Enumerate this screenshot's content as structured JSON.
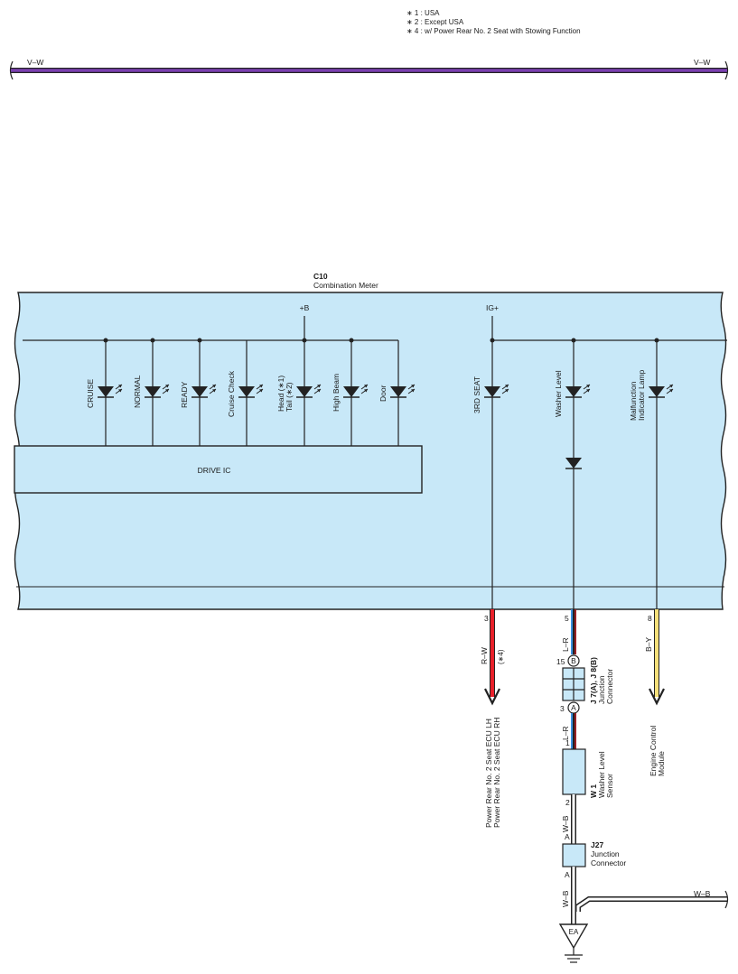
{
  "notes": [
    "∗ 1 : USA",
    "∗ 2 : Except USA",
    "∗ 4 : w/ Power Rear No. 2 Seat with Stowing Function"
  ],
  "top_wire": {
    "left_label": "V–W",
    "right_label": "V–W",
    "color": "#7a3fb0"
  },
  "meter": {
    "code": "C10",
    "name": "Combination Meter",
    "fill": "#c8e8f8",
    "plus_b": "+B",
    "ig_plus": "IG+",
    "drive_ic": "DRIVE IC"
  },
  "lamps": {
    "cruise": "CRUISE",
    "normal": "NORMAL",
    "ready": "READY",
    "cruise_check": "Cruise Check",
    "head_line1": "Head (∗1)",
    "head_line2": "Tail (∗2)",
    "high_beam": "High Beam",
    "door": "Door",
    "third_seat": "3RD SEAT",
    "washer_level": "Washer Level",
    "mil_line1": "Malfunction",
    "mil_line2": "Indicator Lamp"
  },
  "pins": {
    "p3": "3",
    "p5": "5",
    "p8": "8",
    "jc_15": "15",
    "jc_3": "3",
    "w1_1": "1",
    "w1_2": "2",
    "j27_a_top": "A",
    "j27_a_bottom": "A"
  },
  "wires": {
    "rw": "R–W",
    "rw_note": "(∗4)",
    "lr_top": "L–R",
    "lr_bottom": "L–R",
    "by": "B–Y",
    "wb1": "W–B",
    "wb2": "W–B",
    "wb_right": "W–B",
    "colors": {
      "red": "#e8202a",
      "blue": "#3a8fe0",
      "yellow": "#f5e07a"
    }
  },
  "destinations": {
    "ecu_lh": "Power Rear No. 2 Seat ECU LH",
    "ecu_rh": "Power Rear No. 2 Seat ECU RH",
    "ecm_line1": "Engine Control",
    "ecm_line2": "Module"
  },
  "junction_j7": {
    "code": "J 7(A), J 8(B)",
    "name_line1": "Junction",
    "name_line2": "Connector",
    "letter_b": "B",
    "letter_a": "A"
  },
  "washer_sensor": {
    "code": "W 1",
    "name_line1": "Washer Level",
    "name_line2": "Sensor"
  },
  "junction_j27": {
    "code": "J27",
    "name_line1": "Junction",
    "name_line2": "Connector"
  },
  "ground": {
    "label": "EA"
  }
}
